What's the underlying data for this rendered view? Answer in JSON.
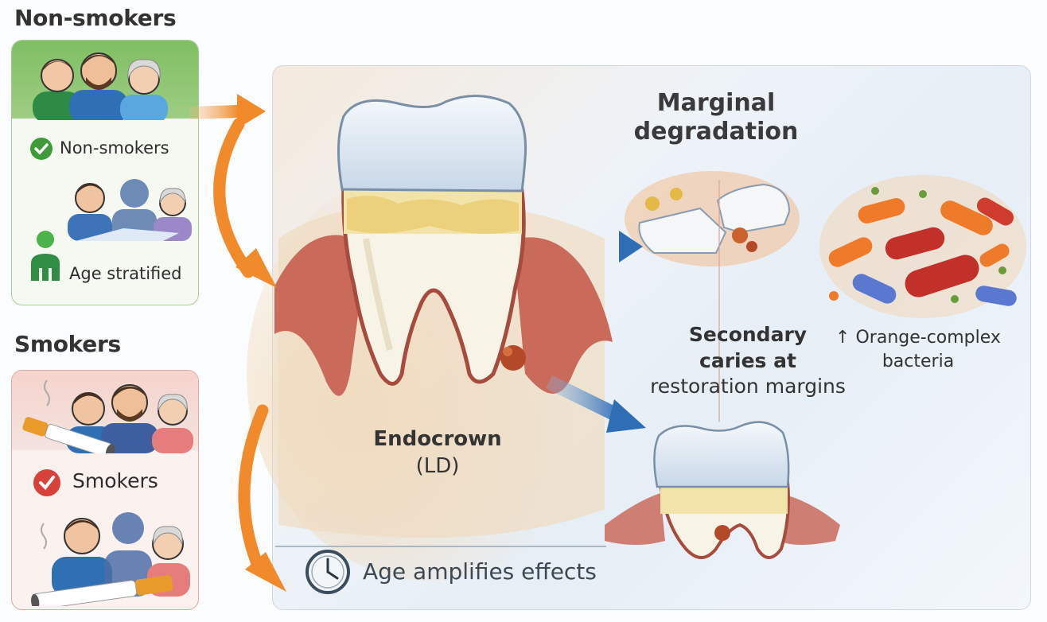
{
  "groups": {
    "non_smokers": {
      "title": "Non-smokers",
      "check_label": "Non-smokers",
      "age_label": "Age stratified"
    },
    "smokers": {
      "title": "Smokers",
      "check_label": "Smokers"
    }
  },
  "diagram": {
    "endocrown_label": "Endocrown",
    "endocrown_sub": "(LD)",
    "marginal_label_1": "Marginal",
    "marginal_label_2": "degradation",
    "secondary_1": "Secondary",
    "secondary_2": "caries at",
    "secondary_3": "restoration margins",
    "bacteria_1": "↑ Orange-complex",
    "bacteria_2": "bacteria",
    "age_effect": "Age amplifies effects"
  },
  "colors": {
    "green_accent": "#3f9a3a",
    "red_accent": "#d9403a",
    "arrow_orange": "#f08a2a",
    "arrow_blue": "#2f6db5",
    "gum_red": "#c0554a",
    "tooth": "#f7f3e6",
    "crown": "#dfe9f3"
  },
  "icons": {
    "check": "check-icon",
    "x_mark": "checkmark-red-icon",
    "clock": "clock-icon",
    "cigarette": "cigarette-icon"
  }
}
